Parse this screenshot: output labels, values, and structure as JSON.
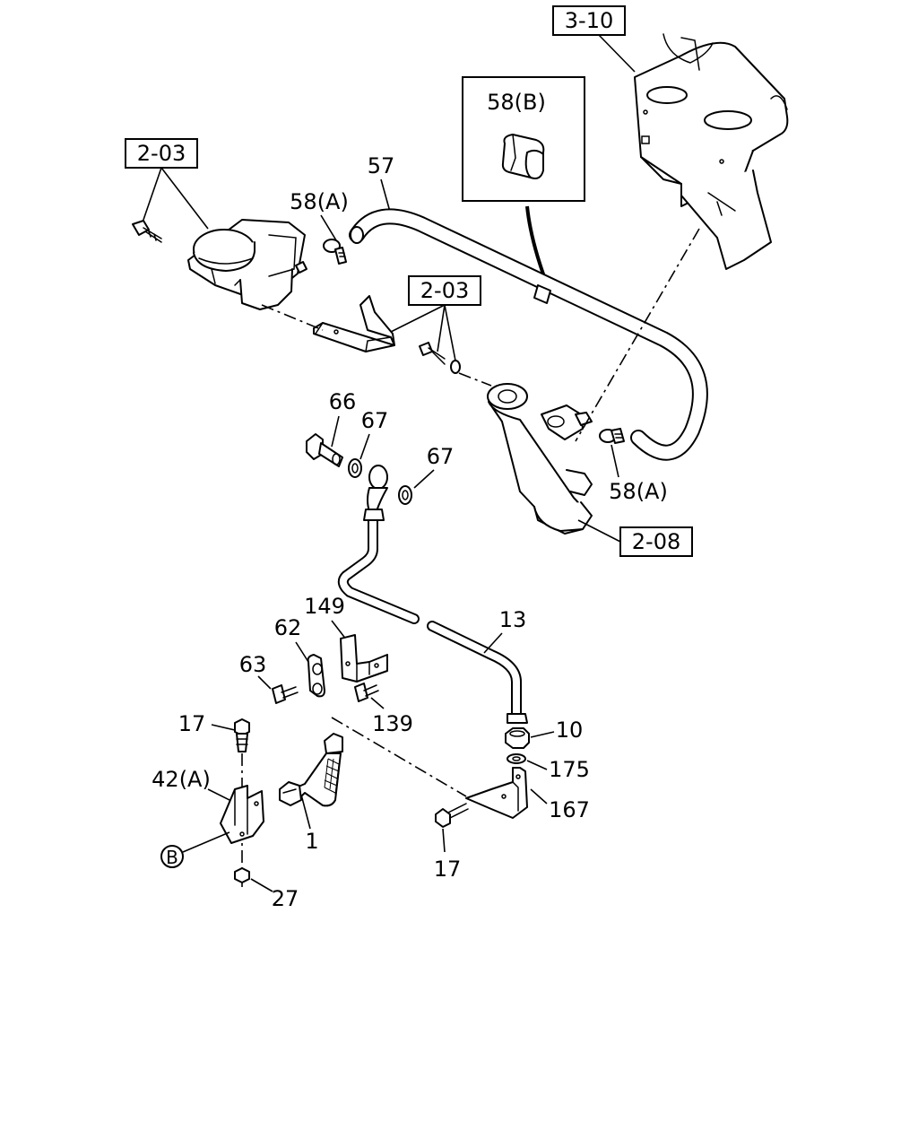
{
  "reference_boxes": {
    "ref_3_10": "3-10",
    "ref_2_03_top": "2-03",
    "ref_2_03_mid": "2-03",
    "ref_2_08": "2-08"
  },
  "inset": {
    "label": "58(B)"
  },
  "callouts": {
    "p57": "57",
    "p58a_top": "58(A)",
    "p58a_right": "58(A)",
    "p66": "66",
    "p67_a": "67",
    "p67_b": "67",
    "p149": "149",
    "p62": "62",
    "p63": "63",
    "p139": "139",
    "p13": "13",
    "p10": "10",
    "p175": "175",
    "p167": "167",
    "p17_top": "17",
    "p17_bottom": "17",
    "p42a": "42(A)",
    "p1": "1",
    "p27": "27",
    "view_marker": "B"
  }
}
